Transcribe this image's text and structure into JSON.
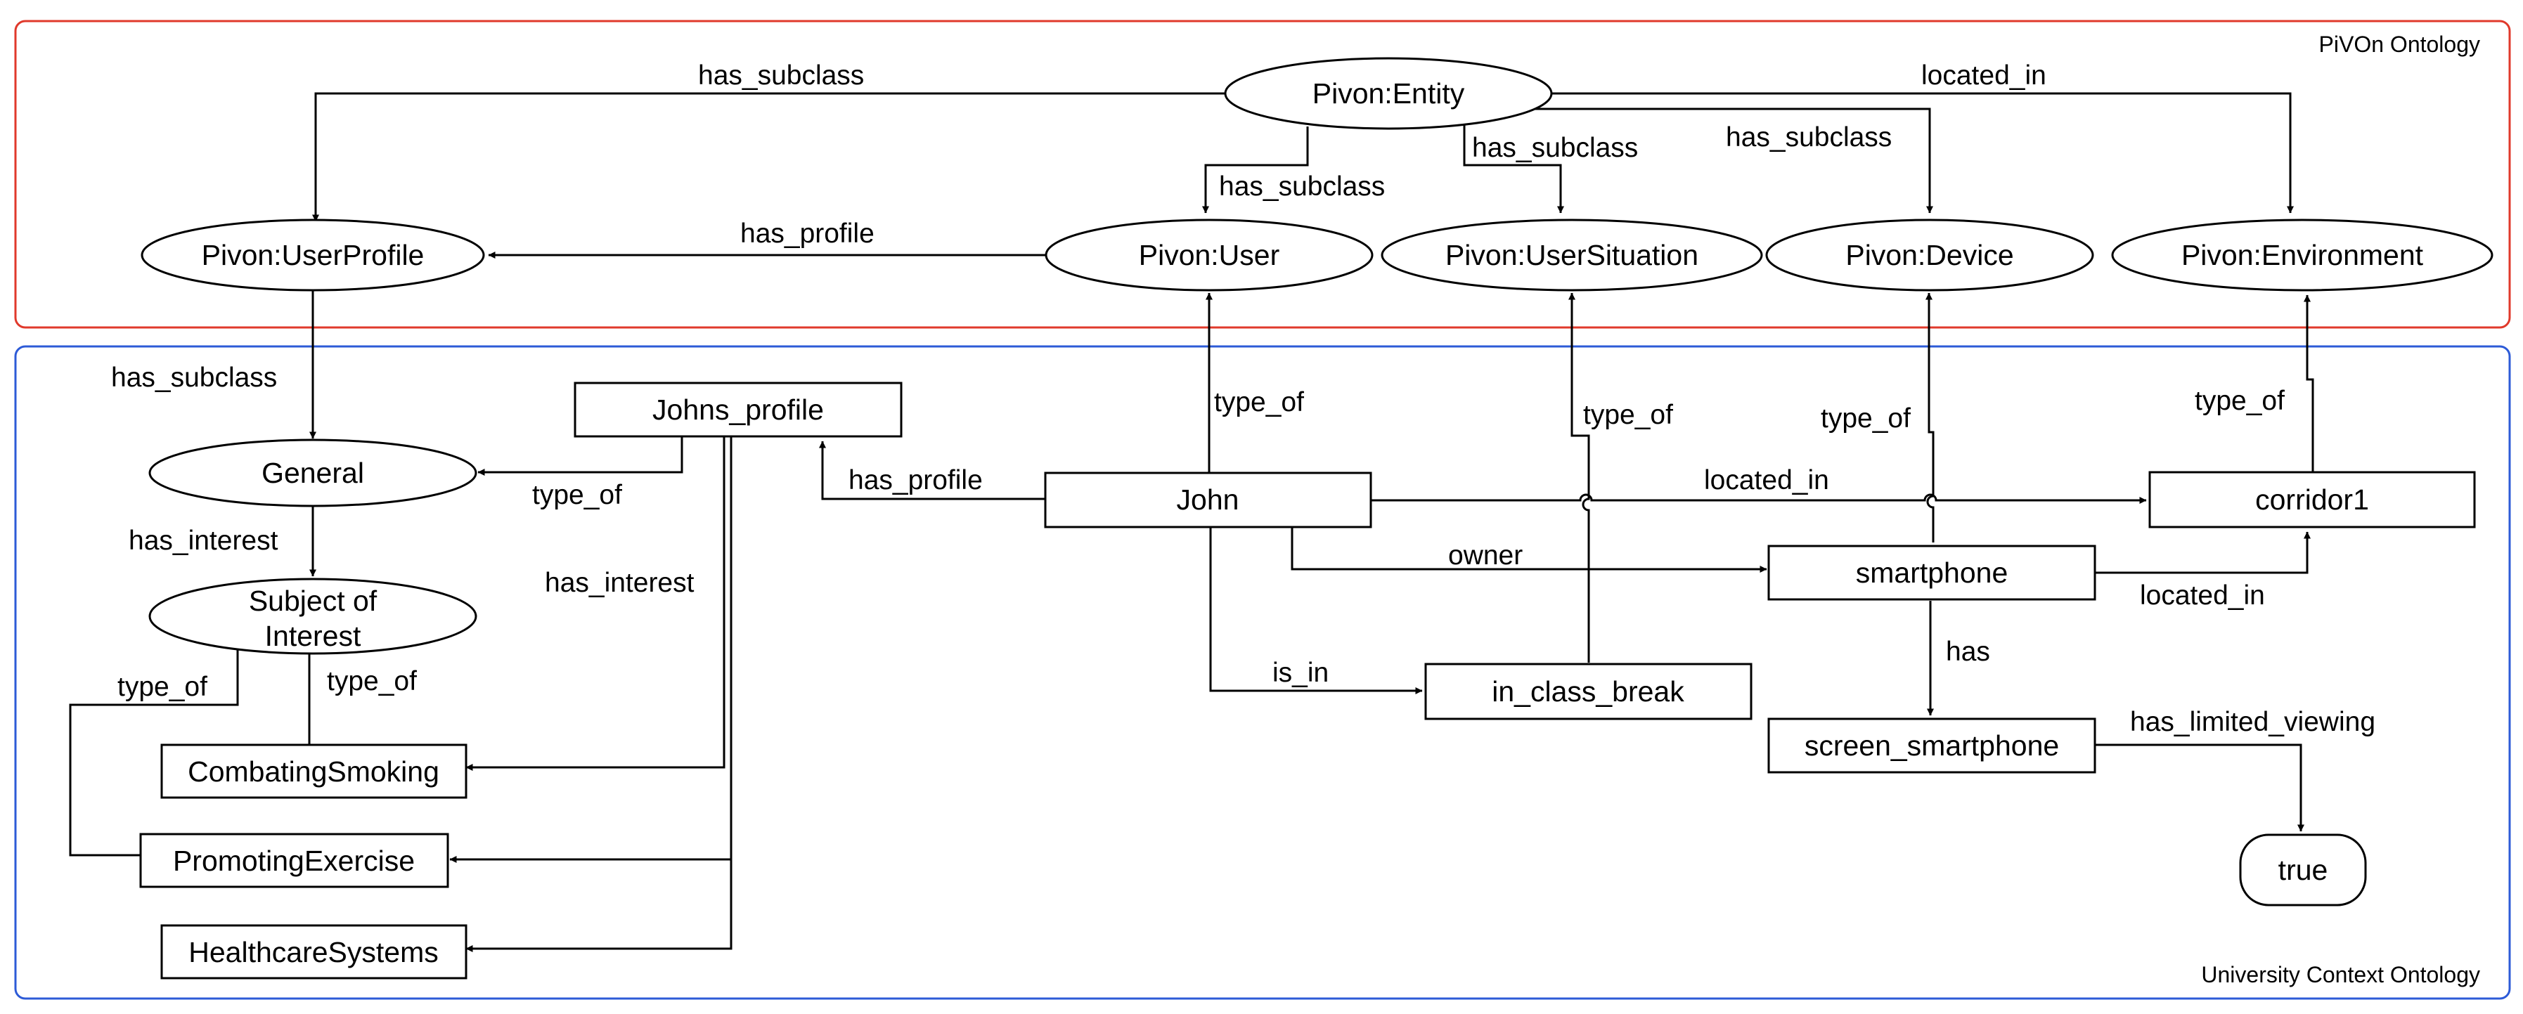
{
  "regions": {
    "pivon": {
      "label": "PiVOn Ontology",
      "color": "#e0392b"
    },
    "university": {
      "label": "University Context Ontology",
      "color": "#2d5bd7"
    }
  },
  "nodes": {
    "entity": "Pivon:Entity",
    "userprofile": "Pivon:UserProfile",
    "user": "Pivon:User",
    "usersituation": "Pivon:UserSituation",
    "device": "Pivon:Device",
    "environment": "Pivon:Environment",
    "general": "General",
    "subject_line1": "Subject of",
    "subject_line2": "Interest",
    "johns_profile": "Johns_profile",
    "john": "John",
    "corridor1": "corridor1",
    "smartphone": "smartphone",
    "in_class_break": "in_class_break",
    "screen_smartphone": "screen_smartphone",
    "true_node": "true",
    "combating_smoking": "CombatingSmoking",
    "promoting_exercise": "PromotingExercise",
    "healthcare_systems": "HealthcareSystems"
  },
  "edges": {
    "has_subclass": "has_subclass",
    "located_in": "located_in",
    "has_profile": "has_profile",
    "type_of": "type_of",
    "has_interest": "has_interest",
    "owner": "owner",
    "is_in": "is_in",
    "has": "has",
    "has_limited_viewing": "has_limited_viewing"
  }
}
